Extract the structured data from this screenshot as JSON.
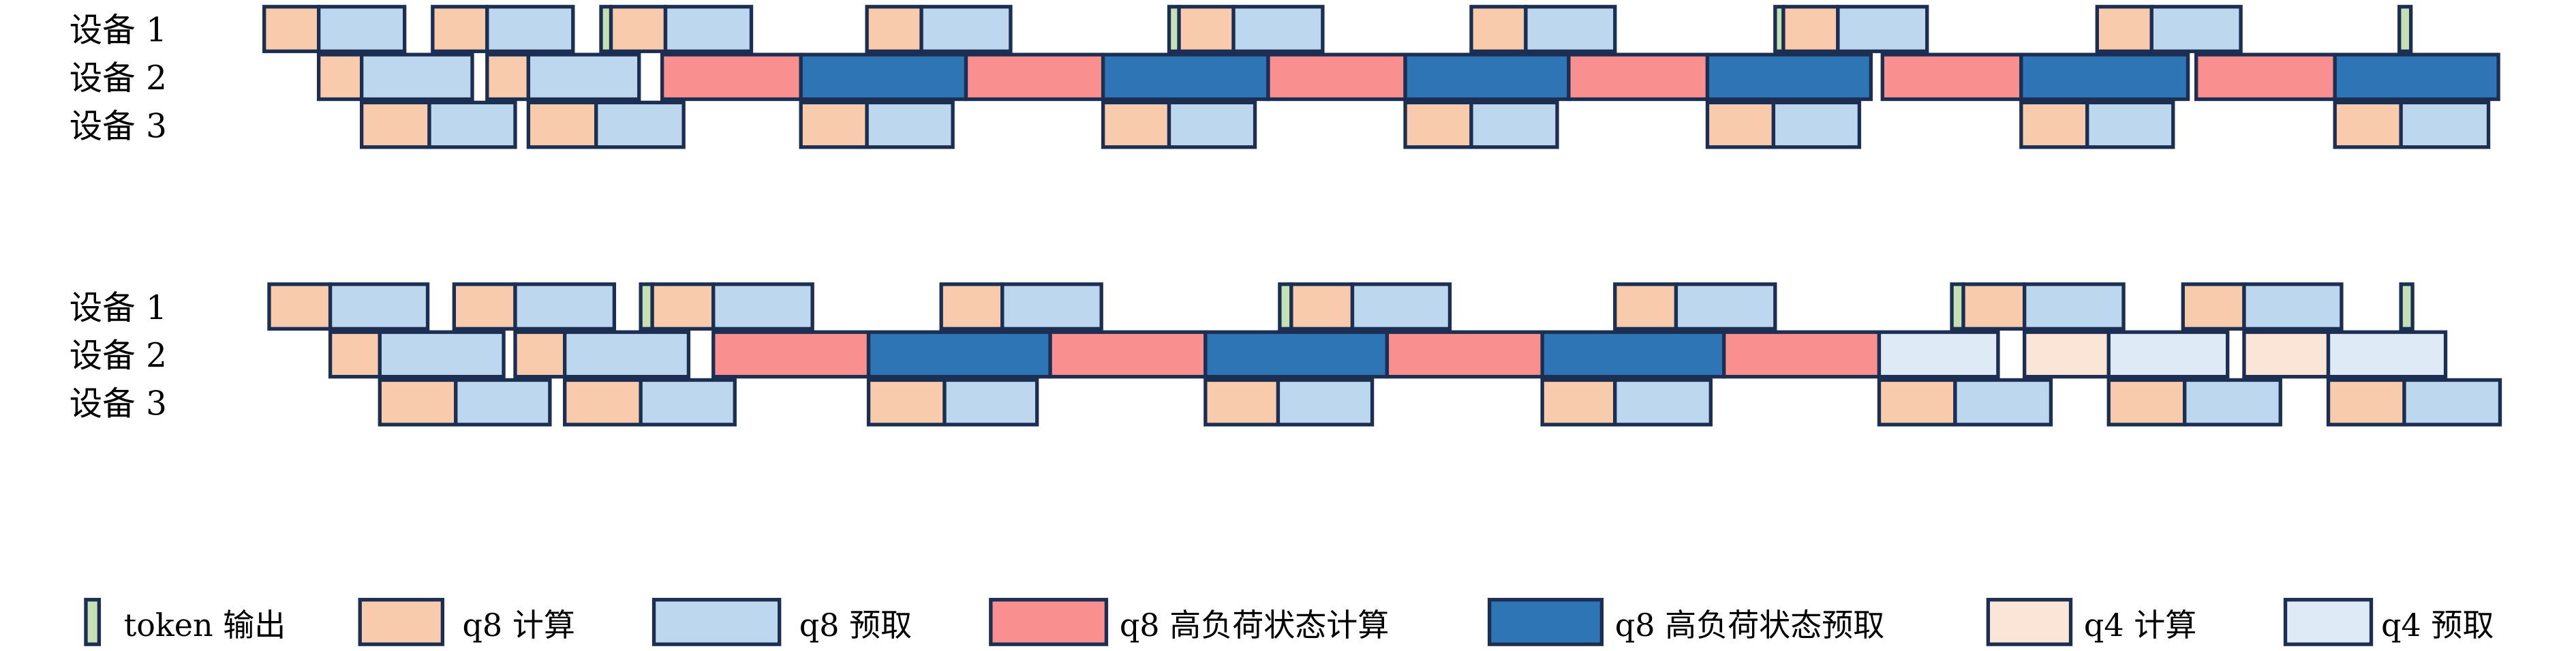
{
  "colors": {
    "token": "#c5e0b4",
    "q8c": "#f7cbac",
    "q8p": "#bdd7ee",
    "hic": "#f98f8f",
    "hip": "#2e75b6",
    "q4c": "#fbe5d6",
    "q4p": "#deebf7",
    "border": "#1c2e52"
  },
  "chart_data": {
    "type": "gantt",
    "time_unit": "arbitrary",
    "diagrams": [
      {
        "rows": [
          {
            "label": "设备 1",
            "tasks": [
              [
                "q8c",
                0,
                33
              ],
              [
                "q8p",
                33,
                85
              ],
              [
                "q8c",
                102,
                135
              ],
              [
                "q8p",
                135,
                187
              ],
              [
                "token",
                204,
                210
              ],
              [
                "q8c",
                210,
                243
              ],
              [
                "q8p",
                243,
                295
              ],
              [
                "q8c",
                365,
                398
              ],
              [
                "q8p",
                398,
                452
              ],
              [
                "token",
                548,
                554
              ],
              [
                "q8c",
                554,
                587
              ],
              [
                "q8p",
                587,
                641
              ],
              [
                "q8c",
                731,
                764
              ],
              [
                "q8p",
                764,
                818
              ],
              [
                "token",
                915,
                920
              ],
              [
                "q8c",
                920,
                953
              ],
              [
                "q8p",
                953,
                1007
              ],
              [
                "q8c",
                1110,
                1143
              ],
              [
                "q8p",
                1143,
                1197
              ],
              [
                "token",
                1293,
                1300
              ]
            ]
          },
          {
            "label": "设备 2",
            "tasks": [
              [
                "q8c",
                33,
                59
              ],
              [
                "q8p",
                59,
                126
              ],
              [
                "q8c",
                135,
                160
              ],
              [
                "q8p",
                160,
                227
              ],
              [
                "hic",
                241,
                325
              ],
              [
                "hip",
                325,
                425
              ],
              [
                "hic",
                425,
                508
              ],
              [
                "hip",
                508,
                608
              ],
              [
                "hic",
                608,
                691
              ],
              [
                "hip",
                691,
                790
              ],
              [
                "hic",
                790,
                874
              ],
              [
                "hip",
                874,
                973
              ],
              [
                "hic",
                980,
                1064
              ],
              [
                "hip",
                1064,
                1165
              ],
              [
                "hic",
                1170,
                1254
              ],
              [
                "hip",
                1254,
                1353
              ]
            ]
          },
          {
            "label": "设备 3",
            "tasks": [
              [
                "q8c",
                59,
                100
              ],
              [
                "q8p",
                100,
                152
              ],
              [
                "q8c",
                160,
                201
              ],
              [
                "q8p",
                201,
                254
              ],
              [
                "q8c",
                325,
                365
              ],
              [
                "q8p",
                365,
                417
              ],
              [
                "q8c",
                508,
                548
              ],
              [
                "q8p",
                548,
                600
              ],
              [
                "q8c",
                691,
                731
              ],
              [
                "q8p",
                731,
                783
              ],
              [
                "q8c",
                874,
                914
              ],
              [
                "q8p",
                914,
                966
              ],
              [
                "q8c",
                1064,
                1104
              ],
              [
                "q8p",
                1104,
                1156
              ],
              [
                "q8c",
                1254,
                1294
              ],
              [
                "q8p",
                1294,
                1347
              ]
            ]
          }
        ]
      },
      {
        "rows": [
          {
            "label": "设备 1",
            "tasks": [
              [
                "q8c",
                3,
                40
              ],
              [
                "q8p",
                40,
                99
              ],
              [
                "q8c",
                115,
                152
              ],
              [
                "q8p",
                152,
                212
              ],
              [
                "token",
                228,
                235
              ],
              [
                "q8c",
                235,
                272
              ],
              [
                "q8p",
                272,
                332
              ],
              [
                "q8c",
                410,
                447
              ],
              [
                "q8p",
                447,
                507
              ],
              [
                "token",
                615,
                622
              ],
              [
                "q8c",
                622,
                659
              ],
              [
                "q8p",
                659,
                718
              ],
              [
                "q8c",
                818,
                855
              ],
              [
                "q8p",
                855,
                915
              ],
              [
                "token",
                1022,
                1029
              ],
              [
                "q8c",
                1029,
                1066
              ],
              [
                "q8p",
                1066,
                1126
              ],
              [
                "q8c",
                1162,
                1199
              ],
              [
                "q8p",
                1199,
                1258
              ],
              [
                "token",
                1294,
                1301
              ]
            ]
          },
          {
            "label": "设备 2",
            "tasks": [
              [
                "q8c",
                40,
                70
              ],
              [
                "q8p",
                70,
                145
              ],
              [
                "q8c",
                152,
                182
              ],
              [
                "q8p",
                182,
                257
              ],
              [
                "hic",
                272,
                366
              ],
              [
                "hip",
                366,
                476
              ],
              [
                "hic",
                476,
                570
              ],
              [
                "hip",
                570,
                680
              ],
              [
                "hic",
                680,
                774
              ],
              [
                "hip",
                774,
                884
              ],
              [
                "hic",
                884,
                978
              ],
              [
                "q4p",
                978,
                1050
              ],
              [
                "q4c",
                1066,
                1117
              ],
              [
                "q4p",
                1117,
                1189
              ],
              [
                "q4c",
                1199,
                1250
              ],
              [
                "q4p",
                1250,
                1321
              ]
            ]
          },
          {
            "label": "设备 3",
            "tasks": [
              [
                "q8c",
                70,
                116
              ],
              [
                "q8p",
                116,
                173
              ],
              [
                "q8c",
                182,
                228
              ],
              [
                "q8p",
                228,
                285
              ],
              [
                "q8c",
                366,
                412
              ],
              [
                "q8p",
                412,
                468
              ],
              [
                "q8c",
                570,
                614
              ],
              [
                "q8p",
                614,
                671
              ],
              [
                "q8c",
                774,
                818
              ],
              [
                "q8p",
                818,
                876
              ],
              [
                "q8c",
                978,
                1024
              ],
              [
                "q8p",
                1024,
                1082
              ],
              [
                "q8c",
                1117,
                1163
              ],
              [
                "q8p",
                1163,
                1221
              ],
              [
                "q8c",
                1250,
                1296
              ],
              [
                "q8p",
                1296,
                1354
              ]
            ]
          }
        ]
      }
    ],
    "legend": [
      {
        "key": "token",
        "label": "token 输出"
      },
      {
        "key": "q8c",
        "label": "q8 计算"
      },
      {
        "key": "q8p",
        "label": "q8 预取"
      },
      {
        "key": "hic",
        "label": "q8 高负荷状态计算"
      },
      {
        "key": "hip",
        "label": "q8 高负荷状态预取"
      },
      {
        "key": "q4c",
        "label": "q4 计算"
      },
      {
        "key": "q4p",
        "label": "q4 预取"
      }
    ]
  }
}
